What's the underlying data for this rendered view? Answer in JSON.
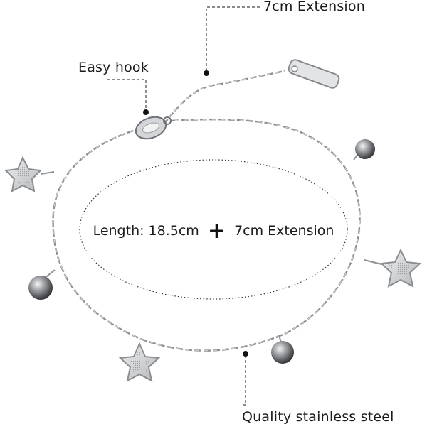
{
  "annotations": {
    "extension_label": "7cm Extension",
    "hook_label": "Easy hook",
    "steel_label": "Quality stainless steel"
  },
  "center": {
    "length_text": "Length: 18.5cm",
    "plus": "+",
    "extension_text": "7cm Extension"
  },
  "colors": {
    "metal": "#b9bcc0",
    "metal_dark": "#6f7277",
    "leader_line": "#444444",
    "background": "#ffffff"
  }
}
